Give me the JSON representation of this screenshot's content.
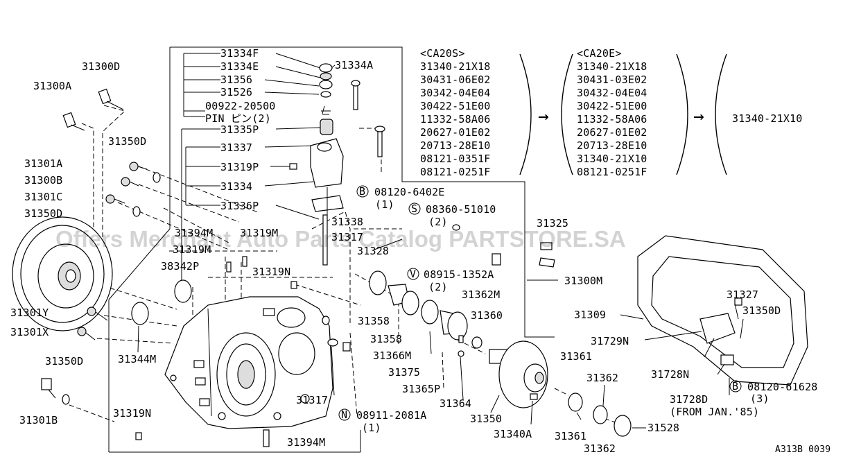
{
  "watermark": "Offers Merchant Auto Parts Catalog PARTSTORE.SA",
  "figure_code": "A313B 0039",
  "arrow_glyph": "→",
  "callouts": {
    "p31300D": "31300D",
    "p31300A": "31300A",
    "p31350D_top": "31350D",
    "p31301A": "31301A",
    "p31300B": "31300B",
    "p31301C": "31301C",
    "p31350D_left": "31350D",
    "p31334F": "31334F",
    "p31334E": "31334E",
    "p31356": "31356",
    "p31526": "31526",
    "p00922": "00922-20500",
    "pin": "PIN ピン(2)",
    "p31335P": "31335P",
    "p31337": "31337",
    "p31319P": "31319P",
    "p31334": "31334",
    "p31336P": "31336P",
    "p31334A": "31334A",
    "p31394M_top": "31394M",
    "p31319M_a": "31319M",
    "p31319M_b": "31319M",
    "p38342P": "38342P",
    "p31319N_top": "31319N",
    "p31338": "31338",
    "p31317_top": "31317",
    "p31328": "31328",
    "p31325": "31325",
    "b_code": "08120-6402E",
    "b_qty": "(1)",
    "s_code": "08360-51010",
    "s_qty": "(2)",
    "v_code": "08915-1352A",
    "v_qty": "(2)",
    "p31300M": "31300M",
    "p31301Y": "31301Y",
    "p31301X": "31301X",
    "p31344M": "31344M",
    "p31350D_low": "31350D",
    "p31301B": "31301B",
    "p31319N_bot": "31319N",
    "p31394M_bot": "31394M",
    "p31317_bot": "31317",
    "n_code": "08911-2081A",
    "n_qty": "(1)",
    "p31358_a": "31358",
    "p31358_b": "31358",
    "p31362M": "31362M",
    "p31366M": "31366M",
    "p31375": "31375",
    "p31365P": "31365P",
    "p31360": "31360",
    "p31364": "31364",
    "p31350": "31350",
    "p31340A": "31340A",
    "p31361_a": "31361",
    "p31361_b": "31361",
    "p31362_a": "31362",
    "p31362_b": "31362",
    "p31528": "31528",
    "p31309": "31309",
    "p31327": "31327",
    "p31350D_right": "31350D",
    "p31729N": "31729N",
    "p31728N": "31728N",
    "b2_code": "08120-61628",
    "b2_qty": "(3)",
    "p31728D": "31728D",
    "from_jan": "(FROM JAN.'85)"
  },
  "circle_letters": {
    "b": "B",
    "s": "S",
    "v": "V",
    "n": "N",
    "b2": "B"
  },
  "table_ca20s": {
    "header": "<CA20S>",
    "rows": [
      "31340-21X18",
      "30431-06E02",
      "30342-04E04",
      "30422-51E00",
      "11332-58A06",
      "20627-01E02",
      "20713-28E10",
      "08121-0351F",
      "08121-0251F"
    ]
  },
  "table_ca20e": {
    "header": "<CA20E>",
    "rows": [
      "31340-21X18",
      "30431-03E02",
      "30432-04E04",
      "30422-51E00",
      "11332-58A06",
      "20627-01E02",
      "20713-28E10",
      "31340-21X10",
      "08121-0251F"
    ]
  },
  "final_part": "31340-21X10"
}
